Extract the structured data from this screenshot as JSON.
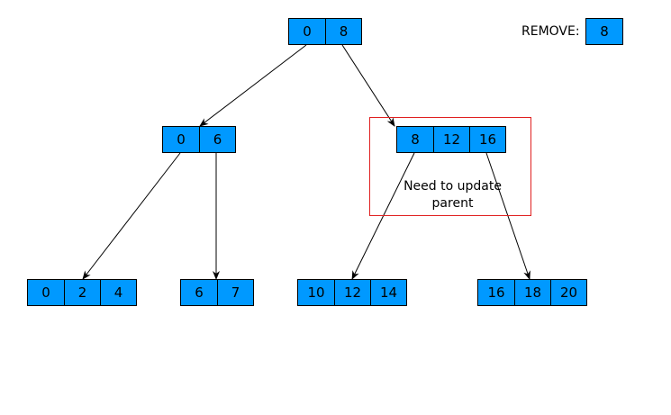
{
  "operation": {
    "label": "REMOVE:",
    "key": "8"
  },
  "annotation": {
    "line1": "Need to update",
    "line2": "parent"
  },
  "colors": {
    "node_fill": "#0099ff",
    "highlight": "#e02020",
    "edge": "#000000"
  },
  "tree": {
    "root": {
      "keys": [
        "0",
        "8"
      ]
    },
    "internal": [
      {
        "keys": [
          "0",
          "6"
        ]
      },
      {
        "keys": [
          "8",
          "12",
          "16"
        ]
      }
    ],
    "leaves": [
      {
        "keys": [
          "0",
          "2",
          "4"
        ]
      },
      {
        "keys": [
          "6",
          "7"
        ]
      },
      {
        "keys": [
          "10",
          "12",
          "14"
        ]
      },
      {
        "keys": [
          "16",
          "18",
          "20"
        ]
      }
    ]
  }
}
